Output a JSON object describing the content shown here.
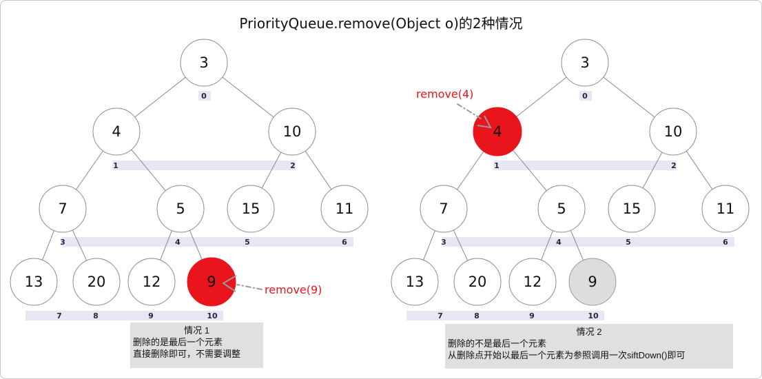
{
  "title": "PriorityQueue.remove(Object o)的2种情况",
  "colors": {
    "highlight_red": "#ea141d",
    "removed_gray_fill": "#dddddd",
    "index_band_lavender": "#e6e6f5",
    "caption_background": "#e0e0e0",
    "arrow_gray": "#9a9a9a"
  },
  "trees": [
    {
      "case": "case1",
      "remove_label": "remove(9)",
      "highlighted_value": "9",
      "nodes": [
        {
          "value": "3"
        },
        {
          "value": "4"
        },
        {
          "value": "10"
        },
        {
          "value": "7"
        },
        {
          "value": "5"
        },
        {
          "value": "15"
        },
        {
          "value": "11"
        },
        {
          "value": "13"
        },
        {
          "value": "20"
        },
        {
          "value": "12"
        },
        {
          "value": "9"
        }
      ],
      "indices": [
        "0",
        "1",
        "2",
        "3",
        "4",
        "5",
        "6",
        "7",
        "8",
        "9",
        "10"
      ]
    },
    {
      "case": "case2",
      "remove_label": "remove(4)",
      "highlighted_value": "4",
      "nodes": [
        {
          "value": "3"
        },
        {
          "value": "4"
        },
        {
          "value": "10"
        },
        {
          "value": "7"
        },
        {
          "value": "5"
        },
        {
          "value": "15"
        },
        {
          "value": "11"
        },
        {
          "value": "13"
        },
        {
          "value": "20"
        },
        {
          "value": "12"
        },
        {
          "value": "9"
        }
      ],
      "indices": [
        "0",
        "1",
        "2",
        "3",
        "4",
        "5",
        "6",
        "7",
        "8",
        "9",
        "10"
      ]
    }
  ],
  "captions": [
    {
      "title": "情况 1",
      "lines": [
        "删除的是最后一个元素",
        "直接删除即可，不需要调整"
      ]
    },
    {
      "title": "情况 2",
      "lines": [
        "删除的不是最后一个元素",
        "从删除点开始以最后一个元素为参照调用一次siftDown()即可"
      ]
    }
  ]
}
